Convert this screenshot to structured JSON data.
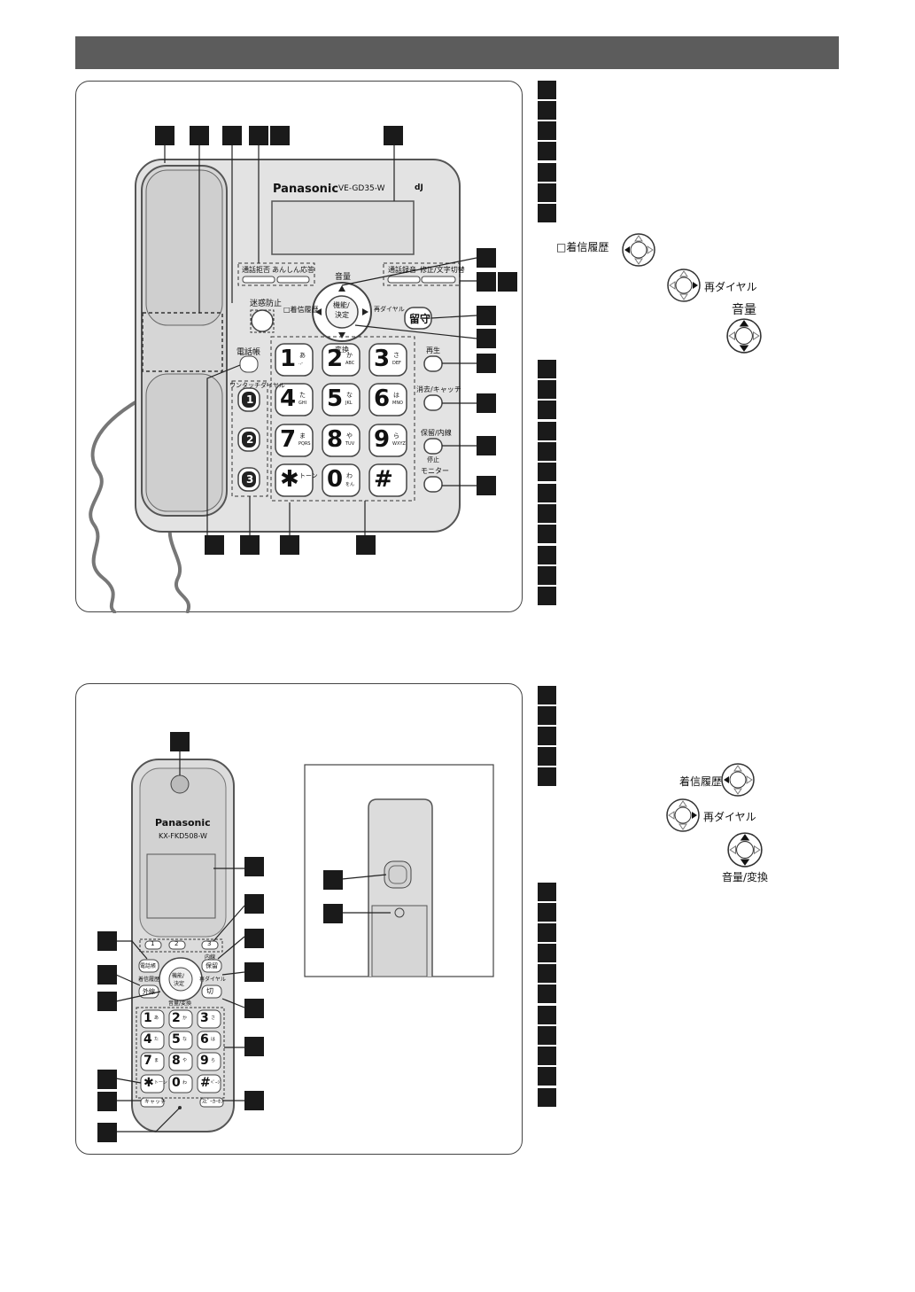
{
  "base": {
    "brand": "Panasonic",
    "model": "VE-GD35-W",
    "logo": "dJ",
    "buttons": {
      "call_reject": "通話拒否",
      "announce": "あんしん応答",
      "block": "迷惑防止",
      "incoming_history": "□着信履歴",
      "volume": "音量",
      "redial": "再ダイヤル",
      "convert": "変換",
      "function_set_1": "機能/",
      "function_set_2": "決定",
      "record": "通話録音",
      "edit_char": "修正/文字切替",
      "answering": "留守",
      "phonebook": "電話帳",
      "onetouch": "ワンタッチダイヤル",
      "play": "再生",
      "erase_catch": "消去/キャッチ",
      "hold_intercom": "保留/内線",
      "stop": "停止",
      "monitor": "モニター"
    },
    "keys": [
      {
        "d": "1",
        "s": "あ",
        "l": ".,-"
      },
      {
        "d": "2",
        "s": "か",
        "l": "ABC"
      },
      {
        "d": "3",
        "s": "さ",
        "l": "DEF"
      },
      {
        "d": "4",
        "s": "た",
        "l": "GHI"
      },
      {
        "d": "5",
        "s": "な",
        "l": "JKL"
      },
      {
        "d": "6",
        "s": "は",
        "l": "MNO"
      },
      {
        "d": "7",
        "s": "ま",
        "l": "PQRS"
      },
      {
        "d": "8",
        "s": "や",
        "l": "TUV"
      },
      {
        "d": "9",
        "s": "ら",
        "l": "WXYZ"
      },
      {
        "d": "✱",
        "s": "トーン",
        "l": ""
      },
      {
        "d": "0",
        "s": "わ",
        "l": "をん"
      },
      {
        "d": "#",
        "s": "",
        "l": ""
      }
    ],
    "onetouch_keys": [
      "1",
      "2",
      "3"
    ]
  },
  "base_legend": {
    "incoming_history": "□着信履歴",
    "redial": "再ダイヤル",
    "volume": "音量"
  },
  "handset": {
    "brand": "Panasonic",
    "model": "KX-FKD508-W",
    "buttons": {
      "phonebook": "電話帳",
      "incoming_history": "着信履歴",
      "outside": "外線",
      "function_1": "機能/",
      "function_2": "決定",
      "hold": "保留",
      "redial": "再ダイヤル",
      "end": "切",
      "volume_convert": "音量/変換",
      "intercom": "内線",
      "catch": "キャッチ",
      "speaker": "ｽﾋﾟｰｶｰﾎﾝ"
    },
    "soft_keys": [
      "1",
      "2",
      "3"
    ],
    "keys": [
      {
        "d": "1",
        "s": "あ"
      },
      {
        "d": "2",
        "s": "か"
      },
      {
        "d": "3",
        "s": "さ"
      },
      {
        "d": "4",
        "s": "た"
      },
      {
        "d": "5",
        "s": "な"
      },
      {
        "d": "6",
        "s": "は"
      },
      {
        "d": "7",
        "s": "ま"
      },
      {
        "d": "8",
        "s": "や"
      },
      {
        "d": "9",
        "s": "ら"
      },
      {
        "d": "✱",
        "s": "トーン"
      },
      {
        "d": "0",
        "s": "わ"
      },
      {
        "d": "#",
        "s": "ﾍﾟｰｼﾞ"
      }
    ]
  },
  "handset_legend": {
    "incoming_history": "着信履歴",
    "redial": "再ダイヤル",
    "volume_convert": "音量/変換"
  }
}
